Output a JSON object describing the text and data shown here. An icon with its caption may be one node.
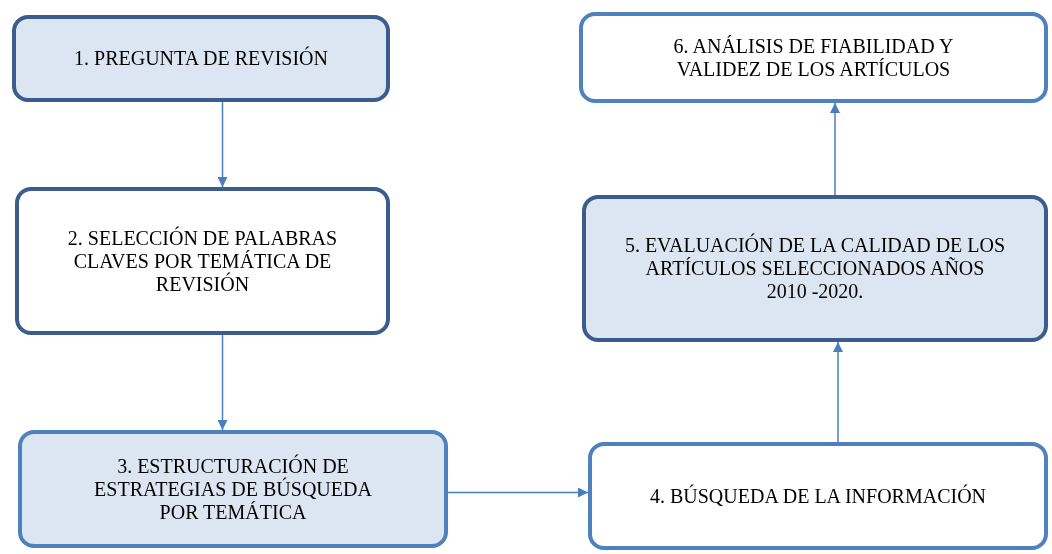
{
  "diagram": {
    "nodes": [
      {
        "text": [
          "1. PREGUNTA DE REVISIÓN"
        ]
      },
      {
        "text": [
          "2. SELECCIÓN DE PALABRAS CLAVES POR TEMÁTICA DE REVISIÓN"
        ]
      },
      {
        "text": [
          "3. ESTRUCTURACIÓN DE ESTRATEGIAS DE BÚSQUEDA POR TEMÁTICA"
        ]
      },
      {
        "text": [
          "4. BÚSQUEDA DE LA INFORMACIÓN"
        ]
      },
      {
        "text": [
          "5. EVALUACIÓN DE LA CALIDAD DE LOS ARTÍCULOS SELECCIONADOS AÑOS",
          "2010 -2020."
        ]
      },
      {
        "text": [
          "6. ANÁLISIS DE FIABILIDAD Y VALIDEZ DE LOS ARTÍCULOS"
        ]
      }
    ],
    "edges": [
      {
        "from": 0,
        "to": 1,
        "arrow": "to"
      },
      {
        "from": 1,
        "to": 2,
        "arrow": "to"
      },
      {
        "from": 2,
        "to": 3,
        "arrow": "to"
      },
      {
        "from": 3,
        "to": 4,
        "arrow": "to"
      },
      {
        "from": 4,
        "to": 5,
        "arrow": "to"
      }
    ]
  }
}
